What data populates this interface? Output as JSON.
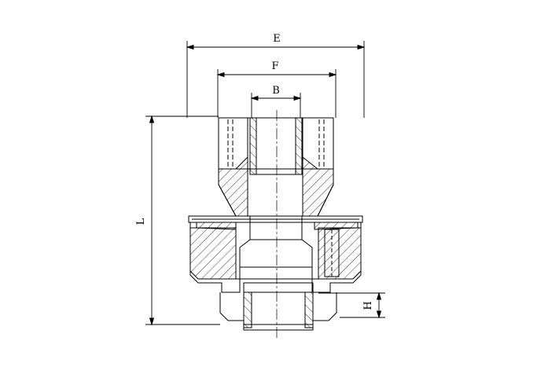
{
  "dimensions": {
    "E": "E",
    "F": "F",
    "B": "B",
    "L": "L",
    "H": "H"
  }
}
